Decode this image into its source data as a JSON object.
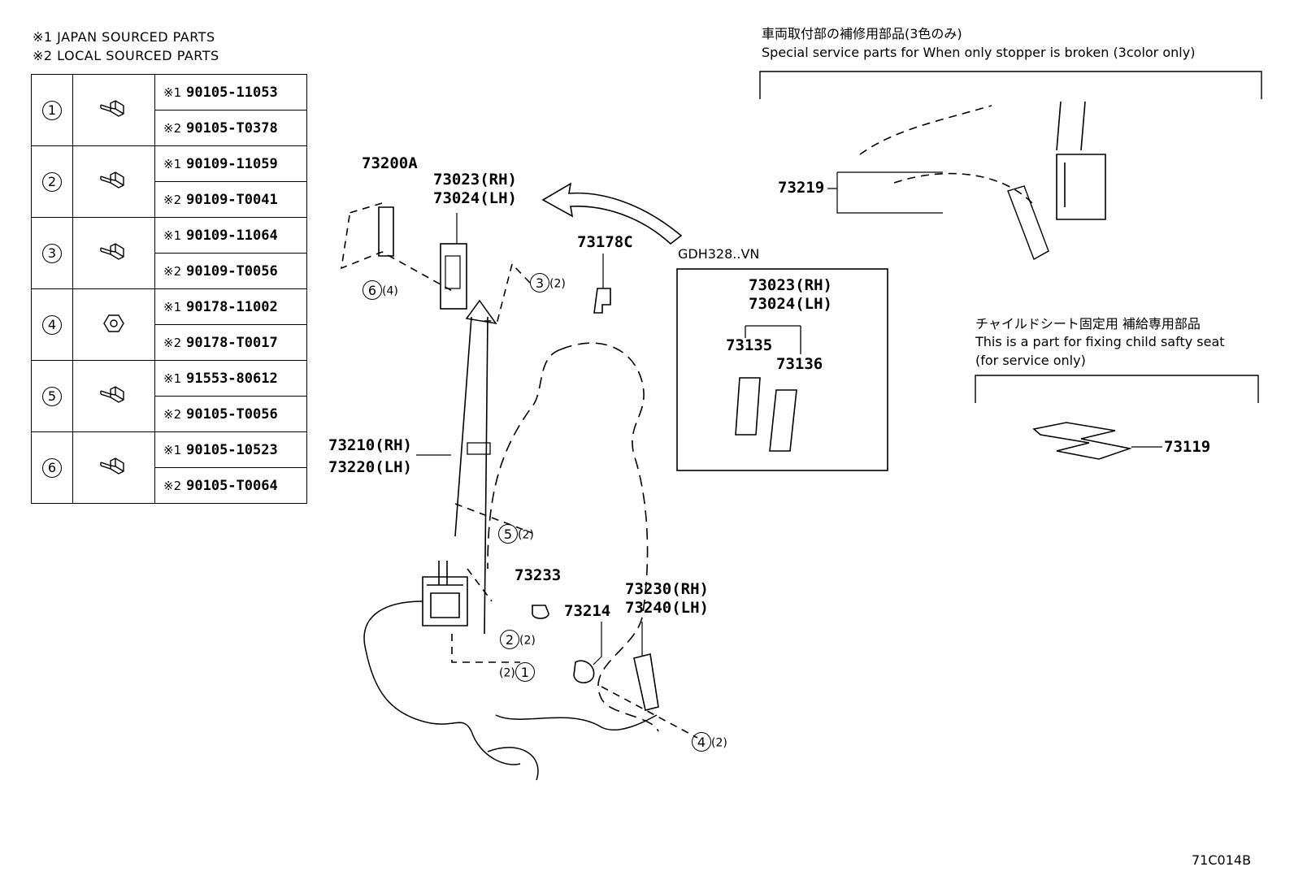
{
  "legend": {
    "note1": "※1  JAPAN SOURCED PARTS",
    "note2": "※2  LOCAL SOURCED PARTS"
  },
  "fasteners": [
    {
      "no": "1",
      "jp": "90105-11053",
      "local": "90105-T0378"
    },
    {
      "no": "2",
      "jp": "90109-11059",
      "local": "90109-T0041"
    },
    {
      "no": "3",
      "jp": "90109-11064",
      "local": "90109-T0056"
    },
    {
      "no": "4",
      "jp": "90178-11002",
      "local": "90178-T0017"
    },
    {
      "no": "5",
      "jp": "91553-80612",
      "local": "90105-T0056"
    },
    {
      "no": "6",
      "jp": "90105-10523",
      "local": "90105-T0064"
    }
  ],
  "marks": {
    "jp": "※1",
    "local": "※2"
  },
  "labels": {
    "anchor": "73200A",
    "cover_rh": "73023(RH)",
    "cover_lh": "73024(LH)",
    "clip": "73178C",
    "belt_rh": "73210(RH)",
    "belt_lh": "73220(LH)",
    "part73233": "73233",
    "part73214": "73214",
    "buckle_rh": "73230(RH)",
    "buckle_lh": "73240(LH)",
    "stopper": "73219",
    "plate": "73119",
    "inset_cover_rh": "73023(RH)",
    "inset_cover_lh": "73024(LH)",
    "inset_a": "73135",
    "inset_b": "73136",
    "model": "GDH328..VN",
    "code": "71C014B"
  },
  "callouts": {
    "c6": {
      "no": "6",
      "qty": "(4)"
    },
    "c3": {
      "no": "3",
      "qty": "(2)"
    },
    "c5": {
      "no": "5",
      "qty": "(2)"
    },
    "c2": {
      "no": "2",
      "qty": "(2)"
    },
    "c1": {
      "no": "1",
      "qty": "(2)"
    },
    "c4": {
      "no": "4",
      "qty": "(2)"
    }
  },
  "service": {
    "title_jp": "車両取付部の補修用部品(3色のみ)",
    "title_en": "Special service parts for When only stopper is broken (3color only)"
  },
  "child": {
    "title_jp": "チャイルドシート固定用 補給専用部品",
    "line1": "This is a part for fixing child safty seat",
    "line2": "(for service only)"
  }
}
